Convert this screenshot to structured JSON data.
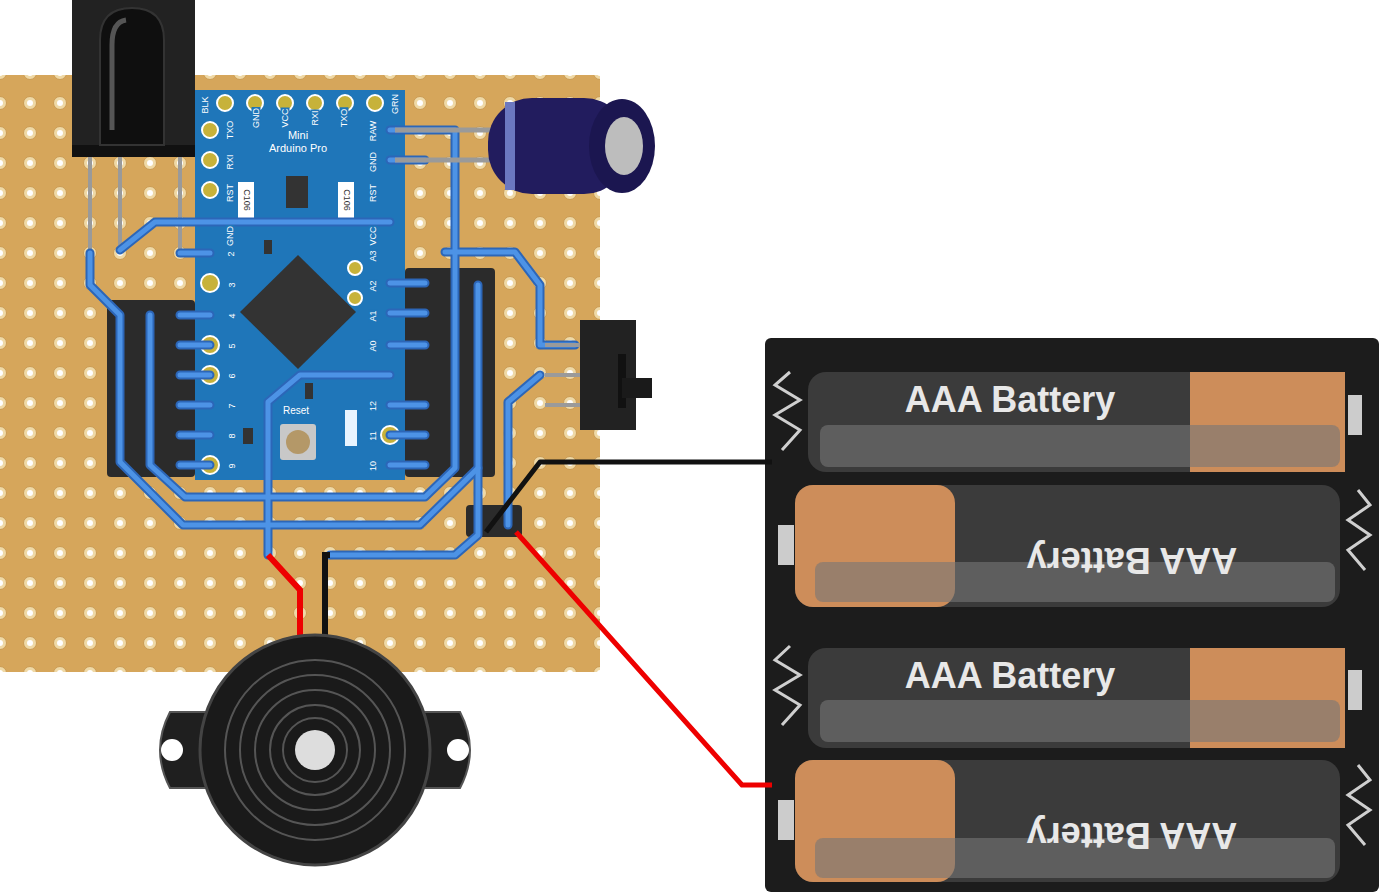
{
  "diagram": {
    "nodes": [
      {
        "text": [
          "BLK",
          "GND",
          "VCC",
          "RXI",
          "TXO",
          "GRN",
          "Mini Arduino Pro",
          "TXO",
          "RXI",
          "RST",
          "GND",
          "2",
          "3",
          "4",
          "5",
          "6",
          "7",
          "8",
          "9",
          "RAW",
          "GND",
          "RST",
          "VCC",
          "A3",
          "A2",
          "A1",
          "A0",
          "12",
          "11",
          "10",
          "C106",
          "C106",
          "Reset"
        ]
      },
      {
        "text": [
          "AAA Battery"
        ]
      },
      {
        "text": [
          "AAA Battery"
        ]
      },
      {
        "text": [
          "AAA Battery"
        ]
      },
      {
        "text": [
          "AAA Battery"
        ]
      }
    ]
  }
}
